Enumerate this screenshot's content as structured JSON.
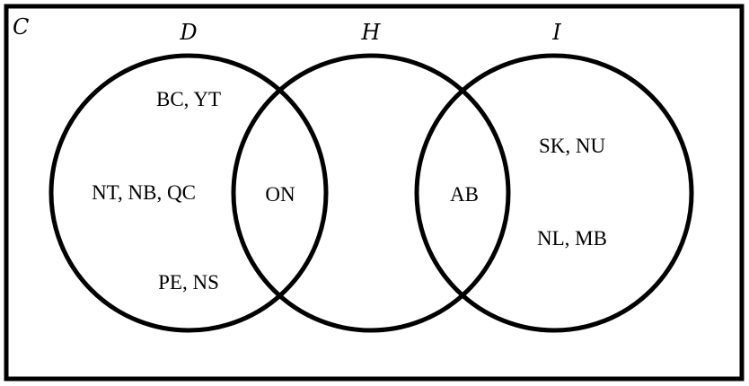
{
  "universe": {
    "label": "C"
  },
  "sets": {
    "d": {
      "label": "D"
    },
    "h": {
      "label": "H"
    },
    "i": {
      "label": "I"
    }
  },
  "regions": {
    "d_only": [
      "BC, YT",
      "NT, NB, QC",
      "PE, NS"
    ],
    "d_and_h": [
      "ON"
    ],
    "h_and_i": [
      "AB"
    ],
    "i_only": [
      "SK, NU",
      "NL, MB"
    ]
  },
  "colors": {
    "stroke": "#000000",
    "background": "#ffffff"
  }
}
